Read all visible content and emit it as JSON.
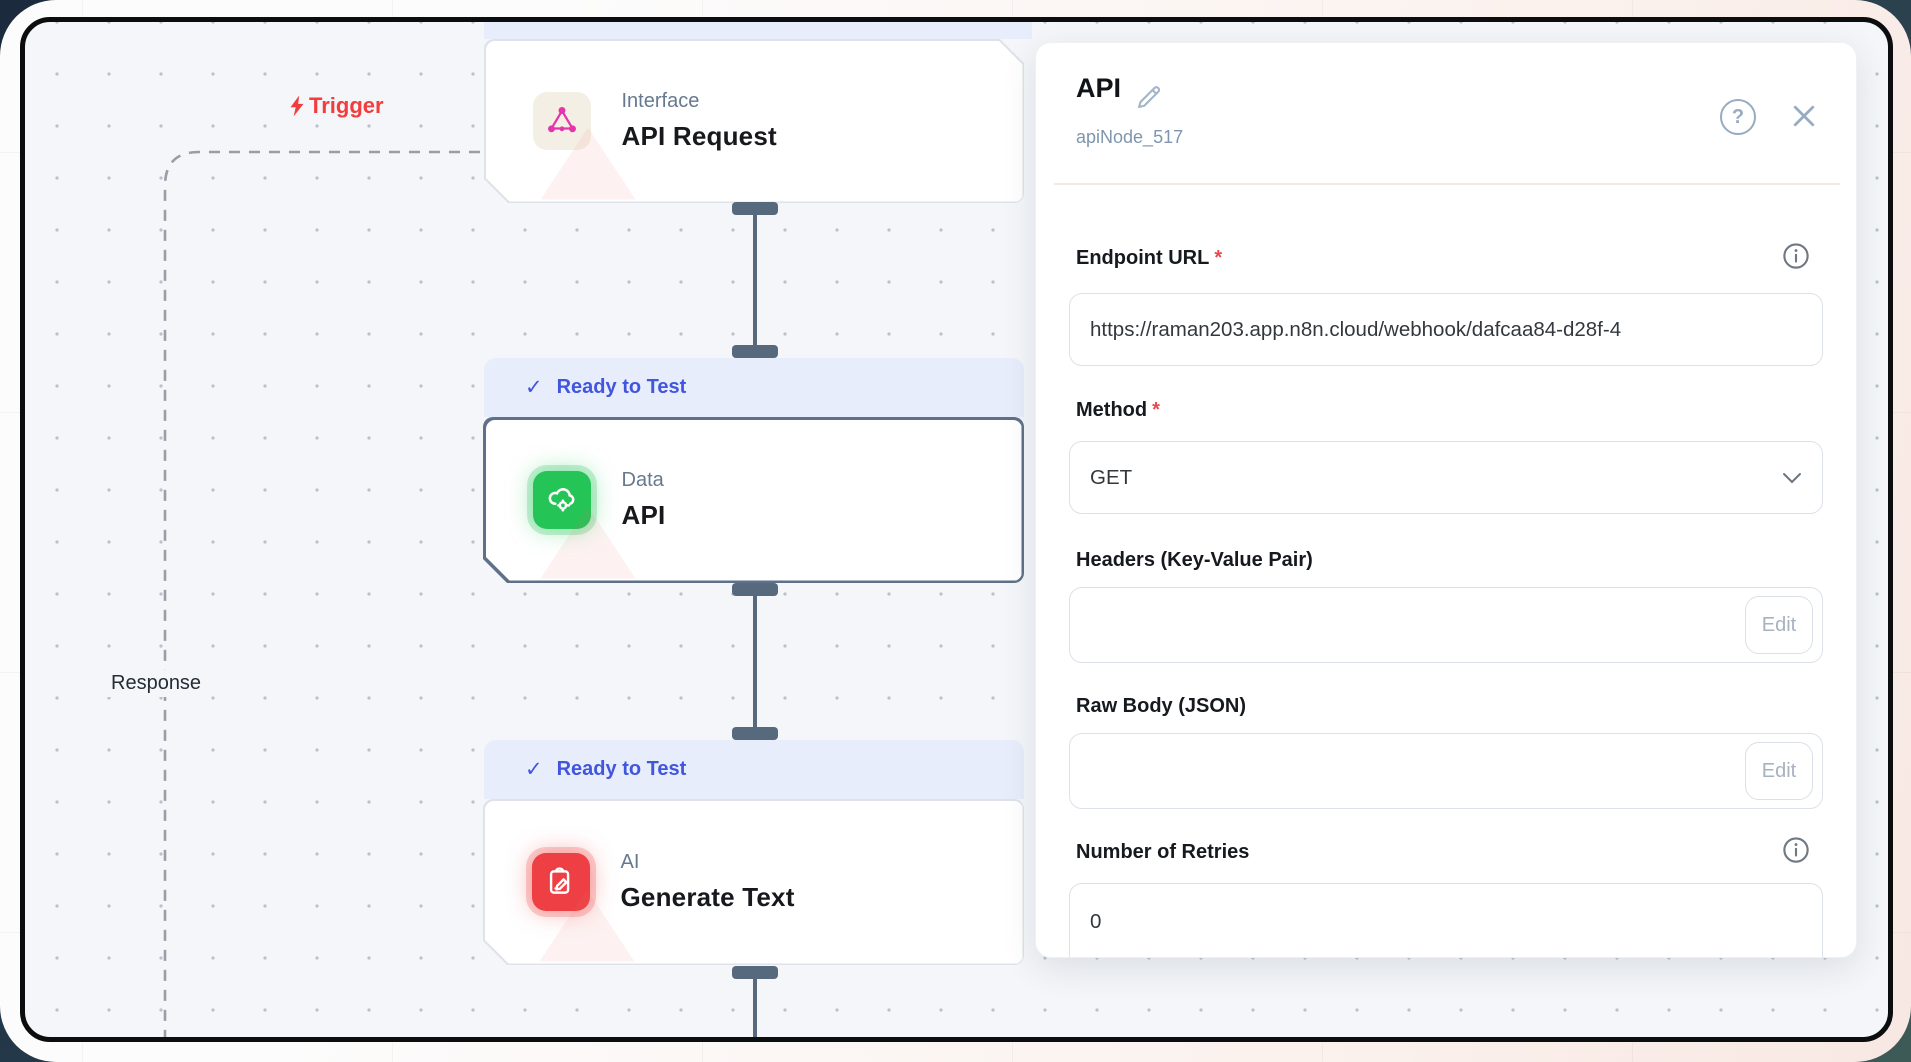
{
  "canvas": {
    "trigger_label": "Trigger",
    "response_label": "Response",
    "nodes": [
      {
        "category": "Interface",
        "title": "API Request",
        "icon": "graphql-icon"
      },
      {
        "category": "Data",
        "title": "API",
        "icon": "cloud-gear-icon",
        "badge": "Ready to Test",
        "selected": true
      },
      {
        "category": "AI",
        "title": "Generate Text",
        "icon": "clipboard-pen-icon",
        "badge": "Ready to Test"
      }
    ]
  },
  "panel": {
    "title": "API",
    "node_id": "apiNode_517",
    "help_label": "?",
    "fields": {
      "endpoint": {
        "label": "Endpoint URL",
        "required": "*",
        "value": "https://raman203.app.n8n.cloud/webhook/dafcaa84-d28f-4"
      },
      "method": {
        "label": "Method",
        "required": "*",
        "value": "GET"
      },
      "headers": {
        "label": "Headers (Key-Value Pair)",
        "button": "Edit",
        "value": ""
      },
      "raw_body": {
        "label": "Raw Body (JSON)",
        "button": "Edit",
        "value": ""
      },
      "retries": {
        "label": "Number of Retries",
        "value": "0"
      }
    }
  },
  "icons": {
    "check": "✓"
  },
  "colors": {
    "trigger_red": "#f23d3d",
    "badge_blue": "#4156dd",
    "badge_bg": "#e8edfc",
    "node_green": "#24c457",
    "node_red": "#ee4044",
    "graphql_pink": "#e535ab",
    "connector_slate": "#57697d",
    "selected_border": "#5f7188",
    "canvas_bg": "#f4f6f9"
  }
}
